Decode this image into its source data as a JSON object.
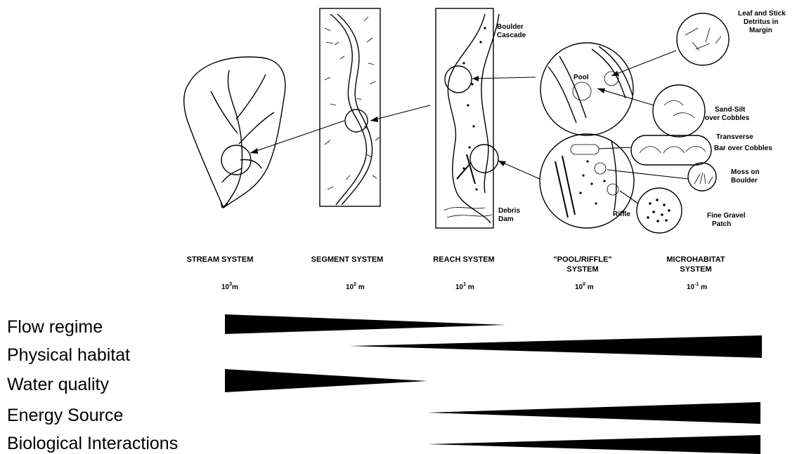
{
  "systems": [
    {
      "name": "STREAM SYSTEM",
      "scale_base": "10",
      "scale_exp": "3",
      "scale_unit": "m"
    },
    {
      "name": "SEGMENT SYSTEM",
      "scale_base": "10",
      "scale_exp": "2",
      "scale_unit": " m"
    },
    {
      "name": "REACH SYSTEM",
      "scale_base": "10",
      "scale_exp": "1",
      "scale_unit": " m"
    },
    {
      "name_line1": "\"POOL/RIFFLE\"",
      "name_line2": "SYSTEM",
      "scale_base": "10",
      "scale_exp": "0",
      "scale_unit": " m"
    },
    {
      "name_line1": "MICROHABITAT",
      "name_line2": "SYSTEM",
      "scale_base": "10",
      "scale_exp": "-1",
      "scale_unit": " m"
    }
  ],
  "reach_labels": {
    "boulder_line1": "Boulder",
    "boulder_line2": "Cascade",
    "debris_line1": "Debris",
    "debris_line2": "Dam"
  },
  "pool_riffle_labels": {
    "pool": "Pool",
    "riffle": "Riffle"
  },
  "microhabitats": {
    "leaf": [
      "Leaf and Stick",
      "Detritus in",
      "Margin"
    ],
    "sand": [
      "Sand-Silt",
      "over Cobbles"
    ],
    "bar": [
      "Transverse",
      "Bar over Cobbles"
    ],
    "moss": [
      "Moss on",
      "Boulder"
    ],
    "gravel": [
      "Fine Gravel",
      "Patch"
    ]
  },
  "factors": [
    {
      "label": "Flow regime",
      "wide_end": "left",
      "span_start": "STREAM SYSTEM",
      "span_end": "REACH SYSTEM"
    },
    {
      "label": "Physical habitat",
      "wide_end": "right",
      "span_start": "SEGMENT SYSTEM",
      "span_end": "MICROHABITAT SYSTEM"
    },
    {
      "label": "Water quality",
      "wide_end": "left",
      "span_start": "STREAM SYSTEM",
      "span_end": "REACH SYSTEM"
    },
    {
      "label": "Energy Source",
      "wide_end": "right",
      "span_start": "REACH SYSTEM",
      "span_end": "MICROHABITAT SYSTEM"
    },
    {
      "label": "Biological Interactions",
      "wide_end": "right",
      "span_start": "REACH SYSTEM",
      "span_end": "MICROHABITAT SYSTEM"
    }
  ]
}
